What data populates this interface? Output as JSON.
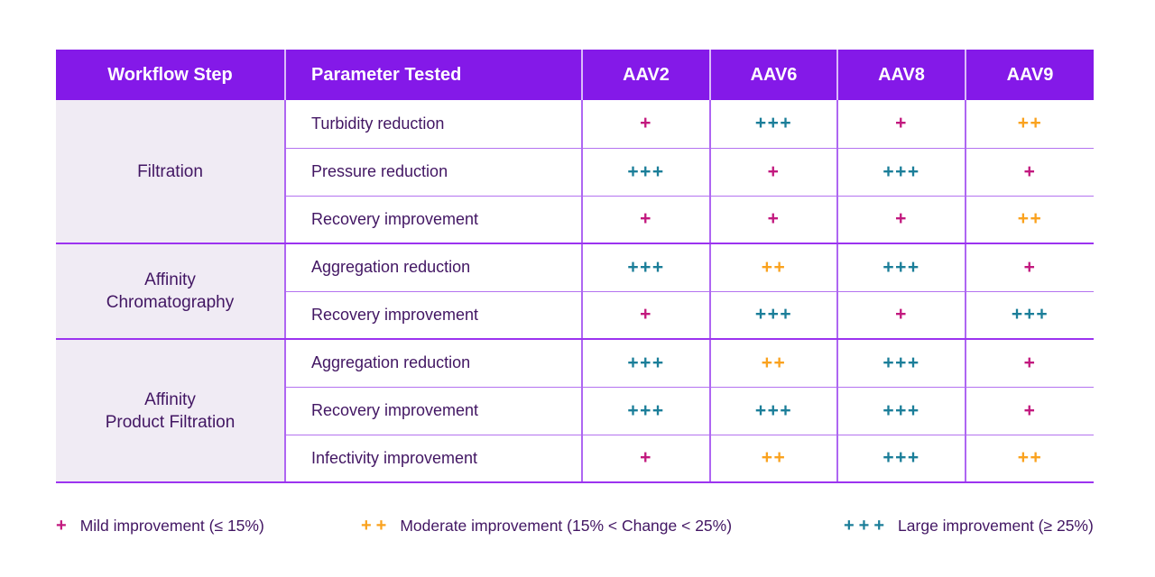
{
  "table": {
    "headers": [
      "Workflow Step",
      "Parameter Tested",
      "AAV2",
      "AAV6",
      "AAV8",
      "AAV9"
    ],
    "groups": [
      {
        "step": "Filtration",
        "rows": [
          {
            "parameter": "Turbidity reduction",
            "values": [
              "mild",
              "large",
              "mild",
              "moderate"
            ]
          },
          {
            "parameter": "Pressure reduction",
            "values": [
              "large",
              "mild",
              "large",
              "mild"
            ]
          },
          {
            "parameter": "Recovery improvement",
            "values": [
              "mild",
              "mild",
              "mild",
              "moderate"
            ]
          }
        ]
      },
      {
        "step": "Affinity\nChromatography",
        "rows": [
          {
            "parameter": "Aggregation reduction",
            "values": [
              "large",
              "moderate",
              "large",
              "mild"
            ]
          },
          {
            "parameter": "Recovery improvement",
            "values": [
              "mild",
              "large",
              "mild",
              "large"
            ]
          }
        ]
      },
      {
        "step": "Affinity\nProduct Filtration",
        "rows": [
          {
            "parameter": "Aggregation reduction",
            "values": [
              "large",
              "moderate",
              "large",
              "mild"
            ]
          },
          {
            "parameter": "Recovery improvement",
            "values": [
              "large",
              "large",
              "large",
              "mild"
            ]
          },
          {
            "parameter": "Infectivity improvement",
            "values": [
              "mild",
              "moderate",
              "large",
              "moderate"
            ]
          }
        ]
      }
    ]
  },
  "ratings": {
    "mild": {
      "symbol": "+",
      "color": "#c2187e"
    },
    "moderate": {
      "symbol": "++",
      "color": "#faa21e"
    },
    "large": {
      "symbol": "+++",
      "color": "#1b7e99"
    }
  },
  "legend": [
    {
      "rating": "mild",
      "label": "Mild improvement (≤ 15%)"
    },
    {
      "rating": "moderate",
      "label": "Moderate improvement (15% < Change < 25%)"
    },
    {
      "rating": "large",
      "label": "Large improvement (≥ 25%)"
    }
  ],
  "colors": {
    "header_background": "#8419e8",
    "header_text": "#ffffff",
    "body_text": "#421663",
    "step_cell_background": "#f0ebf4",
    "grid_line": "#ae66f2",
    "group_line": "#9c33f0",
    "mild": "#c2187e",
    "moderate": "#faa21e",
    "large": "#1b7e99"
  }
}
